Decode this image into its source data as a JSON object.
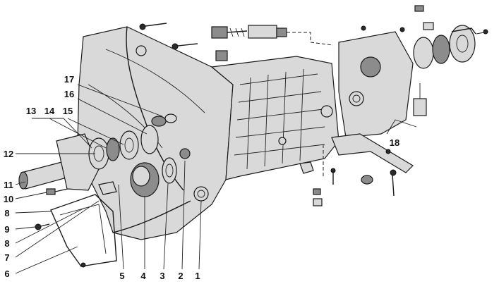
{
  "callouts": [
    {
      "id": "1",
      "text": "1"
    },
    {
      "id": "2",
      "text": "2"
    },
    {
      "id": "3",
      "text": "3"
    },
    {
      "id": "4",
      "text": "4"
    },
    {
      "id": "5",
      "text": "5"
    },
    {
      "id": "6",
      "text": "6"
    },
    {
      "id": "7",
      "text": "7"
    },
    {
      "id": "8a",
      "text": "8"
    },
    {
      "id": "9",
      "text": "9"
    },
    {
      "id": "8b",
      "text": "8"
    },
    {
      "id": "10",
      "text": "10"
    },
    {
      "id": "11",
      "text": "11"
    },
    {
      "id": "12",
      "text": "12"
    },
    {
      "id": "13",
      "text": "13"
    },
    {
      "id": "14",
      "text": "14"
    },
    {
      "id": "15",
      "text": "15"
    },
    {
      "id": "16",
      "text": "16"
    },
    {
      "id": "17",
      "text": "17"
    },
    {
      "id": "18",
      "text": "18"
    }
  ],
  "colors": {
    "ink": "#1a1a1a",
    "background": "#ffffff"
  }
}
